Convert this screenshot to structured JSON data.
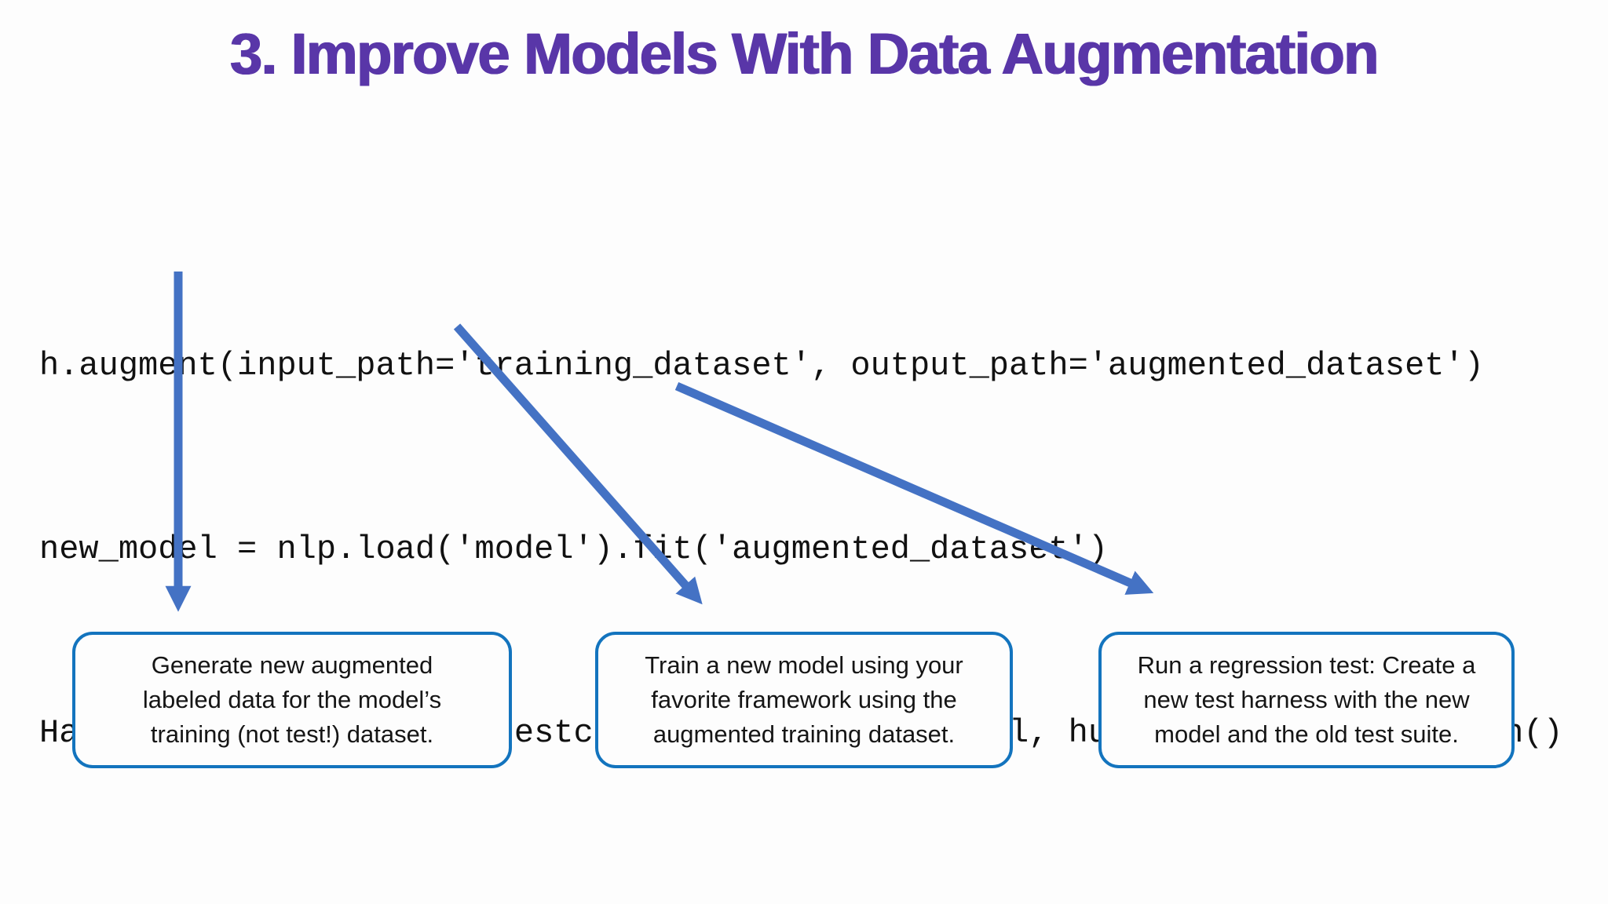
{
  "slide": {
    "title": "3. Improve Models With Data Augmentation"
  },
  "code": {
    "lines": [
      "h.augment(input_path='training_dataset', output_path='augmented_dataset')",
      "new_model = nlp.load('model').fit('augmented_dataset')",
      "Harness.load(save_dir='testcases', model=new_model, hub='johnsnowlabs').run()"
    ]
  },
  "callouts": [
    {
      "text": "Generate new augmented labeled data for the model’s training (not test!) dataset.",
      "lines": [
        "Generate new augmented",
        "labeled data for the model’s",
        "training (not test!) dataset."
      ]
    },
    {
      "text": "Train a new model using your favorite framework using the augmented training dataset.",
      "lines": [
        "Train a new model using your",
        "favorite framework using the",
        "augmented training dataset."
      ]
    },
    {
      "text": "Run a regression test: Create a new test harness with the new model and the old test suite.",
      "lines": [
        "Run a regression test: Create a",
        "new test harness with the new",
        "model and the old test suite."
      ]
    }
  ],
  "colors": {
    "title": "#5936A8",
    "arrow": "#4472C4",
    "callout_border": "#1374BE",
    "code_text": "#111111",
    "background": "#FDFDFD"
  }
}
